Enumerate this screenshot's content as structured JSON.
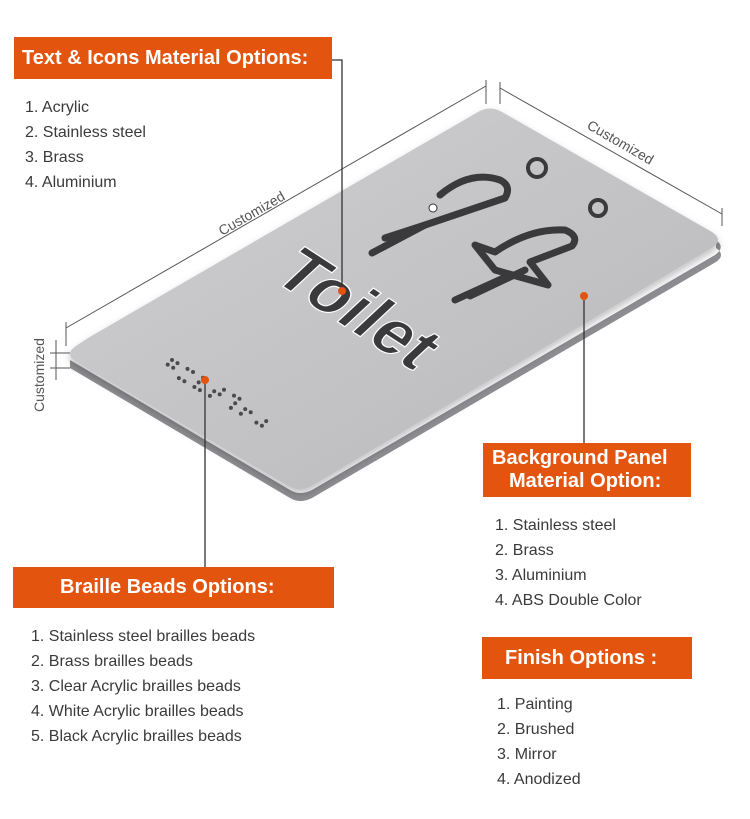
{
  "text_icons": {
    "title": "Text & Icons Material Options:",
    "items": [
      "1. Acrylic",
      "2. Stainless steel",
      "3. Brass",
      "4. Aluminium"
    ]
  },
  "background_panel": {
    "title_line1": "Background Panel",
    "title_line2": "Material Option:",
    "items": [
      "1. Stainless steel",
      "2. Brass",
      "3. Aluminium",
      "4. ABS Double Color"
    ]
  },
  "braille": {
    "title": "Braille Beads Options:",
    "items": [
      "1. Stainless steel brailles beads",
      "2. Brass brailles beads",
      "3. Clear Acrylic brailles beads",
      "4. White Acrylic brailles beads",
      "5. Black Acrylic brailles beads"
    ]
  },
  "finish": {
    "title": "Finish Options :",
    "items": [
      "1. Painting",
      "2. Brushed",
      "3. Mirror",
      "4. Anodized"
    ]
  },
  "sign": {
    "text": "Toilet",
    "dim_length": "Customized",
    "dim_width": "Customized",
    "dim_thickness": "Customized"
  },
  "colors": {
    "accent": "#e3540e",
    "panel": "#c4c4c6",
    "relief": "#3a3a3c"
  },
  "icons": [
    "male-toilet-icon",
    "female-toilet-icon",
    "braille-dots"
  ]
}
